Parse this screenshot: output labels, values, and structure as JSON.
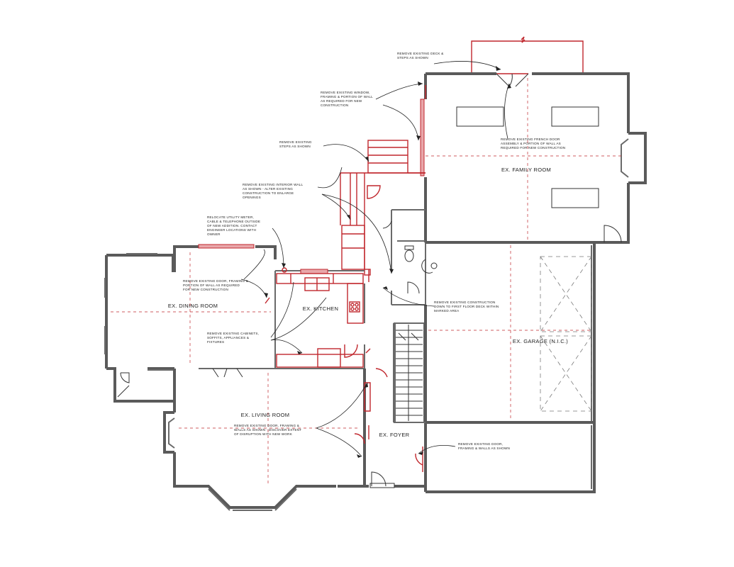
{
  "rooms": {
    "family_room": "EX. FAMILY ROOM",
    "dining_room": "EX. DINING ROOM",
    "kitchen": "EX. KITCHEN",
    "garage": "EX. GARAGE (N.I.C.)",
    "living_room": "EX. LIVING ROOM",
    "foyer": "EX. FOYER"
  },
  "notes": {
    "n1": [
      "REMOVE EXISTING DECK &",
      "STEPS AS SHOWN"
    ],
    "n2": [
      "REMOVE EXISTING WINDOW,",
      "FRAMING & PORTION OF WALL",
      "AS REQUIRED FOR NEW",
      "CONSTRUCTION"
    ],
    "n3": [
      "REMOVE EXISTING FRENCH DOOR",
      "ASSEMBLY & PORTION OF WALL AS",
      "REQUIRED FOR NEW CONSTRUCTION"
    ],
    "n4": [
      "REMOVE EXISTING",
      "STEPS AS SHOWN"
    ],
    "n5": [
      "REMOVE EXISTING INTERIOR WALL",
      "AS SHOWN - ALTER EXISTING",
      "CONSTRUCTION TO ENLARGE",
      "OPENINGS"
    ],
    "n6": [
      "RELOCATE UTILITY METER,",
      "CABLE & TELEPHONE OUTSIDE",
      "OF NEW ADDITION. CONTACT",
      "ENGINEER LOCATIONS WITH",
      "OWNER"
    ],
    "n7": [
      "REMOVE EXISTING DOOR, FRAMING &",
      "PORTION OF WALL AS REQUIRED",
      "FOR NEW CONSTRUCTION"
    ],
    "n8": [
      "REMOVE EXISTING CABINETS,",
      "SOFFITS, APPLIANCES &",
      "FIXTURES"
    ],
    "n9": [
      "REMOVE EXISTING CONSTRUCTION",
      "DOWN TO FIRST FLOOR DECK WITHIN",
      "MARKED AREA"
    ],
    "n10": [
      "REMOVE EXISTING DOOR, FRAMING &",
      "WALLS AS SHOWN - DISCOVER EXTENT",
      "OF DISRUPTION WITH NEW WORK"
    ],
    "n11": [
      "REMOVE EXISTING DOOR,",
      "FRAMING & WALLS AS SHOWN"
    ]
  }
}
